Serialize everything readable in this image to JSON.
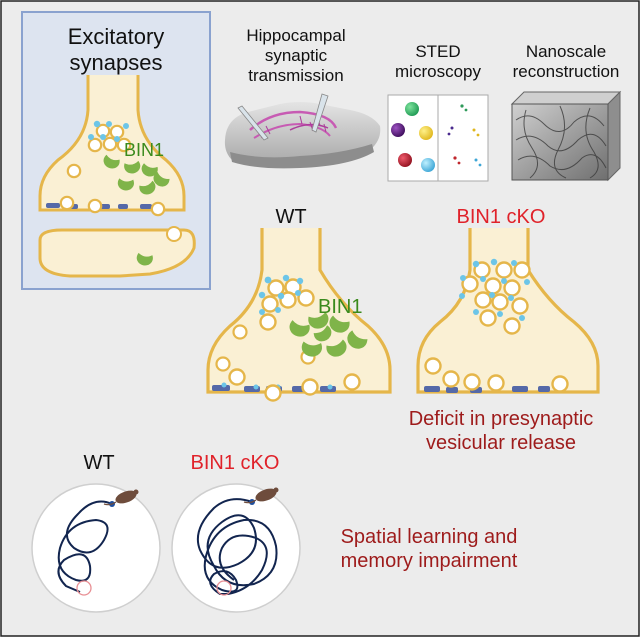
{
  "inset": {
    "title_line1": "Excitatory",
    "title_line2": "synapses",
    "protein": "BIN1"
  },
  "methods": {
    "hippocampal": [
      "Hippocampal",
      "synaptic",
      "transmission"
    ],
    "sted": [
      "STED",
      "microscopy"
    ],
    "nano": [
      "Nanoscale",
      "reconstruction"
    ]
  },
  "synapse_wt": {
    "label": "WT",
    "protein": "BIN1"
  },
  "synapse_cko": {
    "label": "BIN1 cKO"
  },
  "deficit": [
    "Deficit in presynaptic",
    "vesicular release"
  ],
  "maze_wt": {
    "label": "WT"
  },
  "maze_cko": {
    "label": "BIN1 cKO"
  },
  "behavior": [
    "Spatial learning and",
    "memory impairment"
  ],
  "colors": {
    "background": "#ececec",
    "inset_bg": "#dde4f0",
    "inset_border": "#8aa2cf",
    "cytoplasm": "#faf0d4",
    "membrane": "#e5b64a",
    "bin1_green": "#7fb449",
    "label_green": "#3a8a1c",
    "ko_red": "#e0222a",
    "dark_red": "#9e1b1b",
    "cyan": "#6cc5e8",
    "active_zone": "#5569a8",
    "maze_path": "#12254f"
  }
}
